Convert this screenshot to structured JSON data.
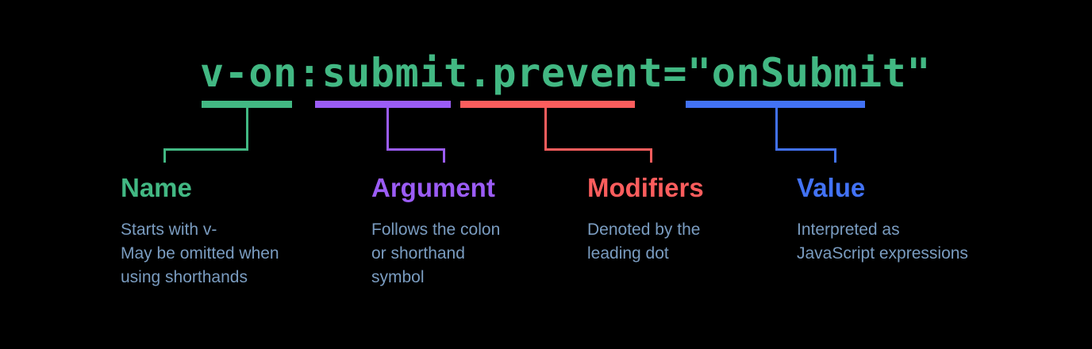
{
  "background_color": "#000000",
  "code": {
    "text": "v-on:submit.prevent=\"onSubmit\"",
    "color": "#42b883"
  },
  "colors": {
    "name": "#42b883",
    "argument": "#9b5cf6",
    "modifiers": "#fc5d5d",
    "value": "#4272f5",
    "description": "#7a9cc0"
  },
  "annotations": [
    {
      "id": "name",
      "title": "Name",
      "description": "Starts with v-\nMay be omitted when\nusing shorthands",
      "color": "#42b883"
    },
    {
      "id": "argument",
      "title": "Argument",
      "description": "Follows the colon\nor shorthand\nsymbol",
      "color": "#9b5cf6"
    },
    {
      "id": "modifiers",
      "title": "Modifiers",
      "description": "Denoted by the\nleading dot",
      "color": "#fc5d5d"
    },
    {
      "id": "value",
      "title": "Value",
      "description": "Interpreted as\nJavaScript expressions",
      "color": "#4272f5"
    }
  ]
}
